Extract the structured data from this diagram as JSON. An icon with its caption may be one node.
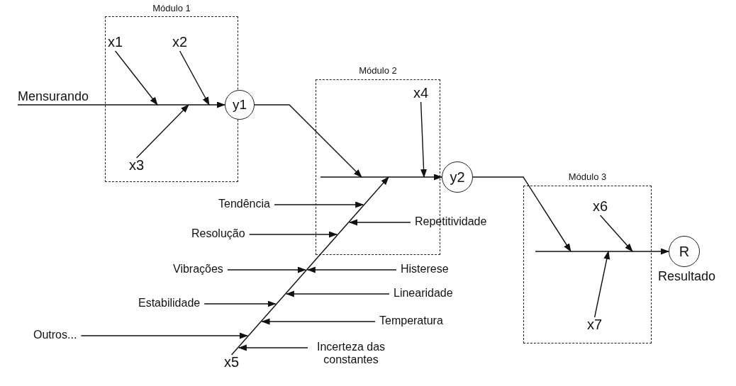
{
  "diagram": {
    "nodes": [
      {
        "text": [
          "Módulo 1"
        ]
      },
      {
        "text": [
          "x1"
        ],
        "in": 0
      },
      {
        "text": [
          "x2"
        ],
        "in": 0
      },
      {
        "text": [
          "x3"
        ],
        "in": 0
      },
      {
        "text": [
          "Mensurando"
        ]
      },
      {
        "text": [
          "y1"
        ]
      },
      {
        "text": [
          "Módulo 2"
        ]
      },
      {
        "text": [
          "x4"
        ],
        "in": 6
      },
      {
        "text": [
          "y2"
        ]
      },
      {
        "text": [
          "Módulo 3"
        ]
      },
      {
        "text": [
          "x6"
        ],
        "in": 9
      },
      {
        "text": [
          "x7"
        ],
        "in": 9
      },
      {
        "text": [
          "R"
        ],
        "beside": [
          "Resultado"
        ]
      },
      {
        "text": [
          "Tendência"
        ]
      },
      {
        "text": [
          "Repetitividade"
        ]
      },
      {
        "text": [
          "Resolução"
        ]
      },
      {
        "text": [
          "Histerese"
        ]
      },
      {
        "text": [
          "Vibrações"
        ]
      },
      {
        "text": [
          "Linearidade"
        ]
      },
      {
        "text": [
          "Estabilidade"
        ]
      },
      {
        "text": [
          "Temperatura"
        ]
      },
      {
        "text": [
          "Outros..."
        ]
      },
      {
        "text": [
          "Incerteza das constantes"
        ]
      },
      {
        "text": [
          "x5"
        ]
      }
    ],
    "edges": [
      {
        "from": 4,
        "to": 5,
        "arrow": "to"
      },
      {
        "from": 1,
        "to": 5,
        "arrow": "to"
      },
      {
        "from": 2,
        "to": 5,
        "arrow": "to"
      },
      {
        "from": 3,
        "to": 5,
        "arrow": "to"
      },
      {
        "from": 5,
        "to": 8,
        "arrow": "to"
      },
      {
        "from": 7,
        "to": 8,
        "arrow": "to"
      },
      {
        "from": 23,
        "to": 8,
        "arrow": "to"
      },
      {
        "from": 13,
        "to": 8,
        "arrow": "to"
      },
      {
        "from": 14,
        "to": 8,
        "arrow": "to"
      },
      {
        "from": 15,
        "to": 8,
        "arrow": "to"
      },
      {
        "from": 16,
        "to": 8,
        "arrow": "to"
      },
      {
        "from": 17,
        "to": 8,
        "arrow": "to"
      },
      {
        "from": 18,
        "to": 8,
        "arrow": "to"
      },
      {
        "from": 19,
        "to": 8,
        "arrow": "to"
      },
      {
        "from": 20,
        "to": 8,
        "arrow": "to"
      },
      {
        "from": 21,
        "to": 8,
        "arrow": "to"
      },
      {
        "from": 22,
        "to": 8,
        "arrow": "to"
      },
      {
        "from": 8,
        "to": 12,
        "arrow": "to"
      },
      {
        "from": 10,
        "to": 12,
        "arrow": "to"
      },
      {
        "from": 11,
        "to": 12,
        "arrow": "to"
      }
    ]
  }
}
